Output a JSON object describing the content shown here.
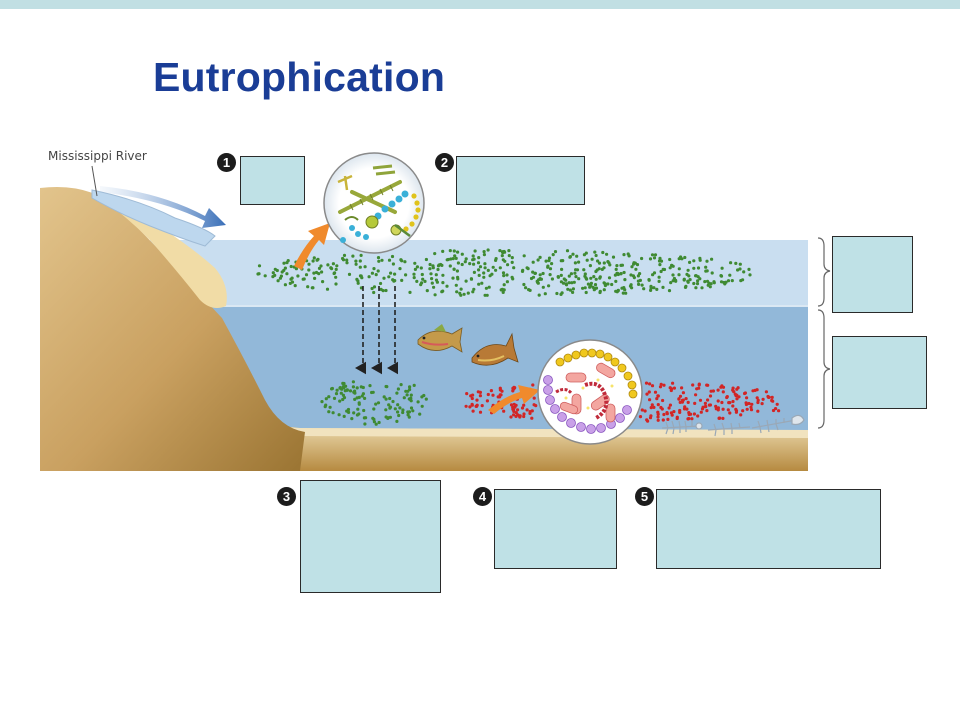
{
  "title": "Eutrophication",
  "river_label": "Mississippi River",
  "steps": [
    {
      "number": "1"
    },
    {
      "number": "2"
    },
    {
      "number": "3"
    },
    {
      "number": "4"
    },
    {
      "number": "5"
    }
  ],
  "colors": {
    "title": "#1a3d96",
    "label_box": "#bfe1e6",
    "top_bar": "#c1dfe3",
    "surface_water": "#c9def0",
    "deep_water": "#92b8d9",
    "sediment": "#c9a060",
    "phytoplankton_dots": "#3f8a32",
    "bacteria_dots": "#d22525",
    "arrow": "#f08a2c"
  }
}
